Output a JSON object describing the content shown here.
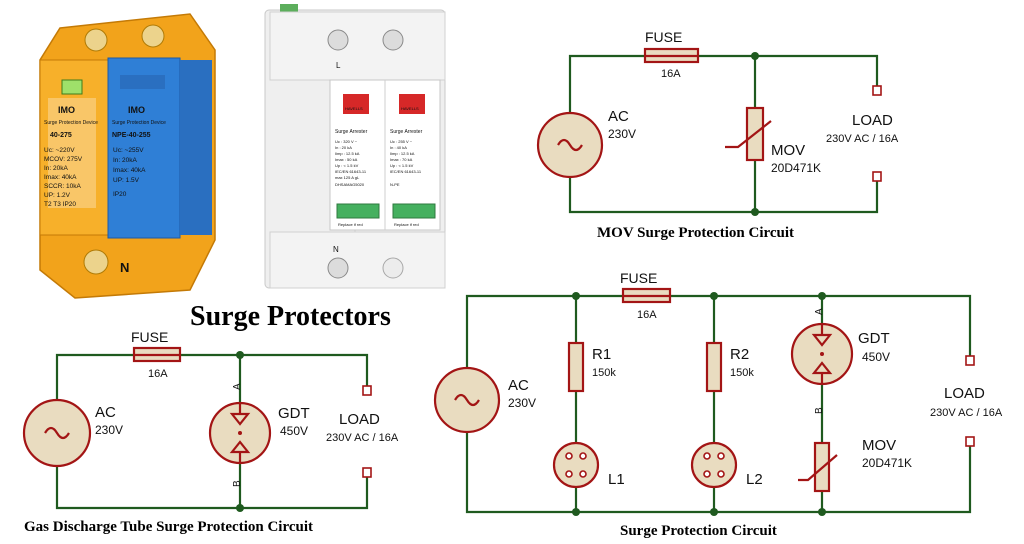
{
  "heading": "Surge Protectors",
  "products": {
    "imo": {
      "left_brand": "IMO",
      "left_device": "Surge Protection Device",
      "left_model": "40-275",
      "left_specs": [
        "Uc:  ~220V",
        "MCOV: 275V",
        "In:  20kA",
        "Imax: 40kA",
        "SCCR: 10kA",
        "UP:  1.2V",
        "T2 T3  IP20"
      ],
      "right_brand": "IMO",
      "right_device": "Surge Protection Device",
      "right_model": "NPE-40-255",
      "right_specs": [
        "Uc:  ~255V",
        "In:  20kA",
        "Imax: 40kA",
        "UP:  1.5V",
        "IP20"
      ],
      "terminal": "N"
    },
    "havells": {
      "brand": "HAVELLS",
      "left_title": "Surge Arrester",
      "right_title": "Surge Arrester",
      "left_specs": [
        "Uc : 320 V ~",
        "In : 20 kA",
        "Iimp : 12.5 kA",
        "Imax : 50 kA",
        "Up : < 1.5 kV",
        "IEC/EN 61643-11",
        "max 125 A gL",
        "DHSAMAG5020"
      ],
      "right_specs": [
        "Uc : 255 V ~",
        "In : 40 kA",
        "Iimp : 12.5 kA",
        "Imax : 70 kA",
        "Up : < 1.5 kV",
        "IEC/EN 61643-11",
        "N-PE"
      ],
      "replace": "Replace if red",
      "term_L": "L",
      "term_N": "N"
    }
  },
  "mov_circuit": {
    "title": "MOV Surge Protection Circuit",
    "fuse": "FUSE",
    "fuse_rating": "16A",
    "source": "AC",
    "source_voltage": "230V",
    "mov": "MOV",
    "mov_part": "20D471K",
    "load": "LOAD",
    "load_rating": "230V AC / 16A"
  },
  "gdt_circuit": {
    "title": "Gas Discharge Tube Surge Protection Circuit",
    "fuse": "FUSE",
    "fuse_rating": "16A",
    "source": "AC",
    "source_voltage": "230V",
    "gdt": "GDT",
    "gdt_voltage": "450V",
    "pin_a": "A",
    "pin_b": "B",
    "load": "LOAD",
    "load_rating": "230V AC / 16A"
  },
  "full_circuit": {
    "title": "Surge Protection Circuit",
    "fuse": "FUSE",
    "fuse_rating": "16A",
    "source": "AC",
    "source_voltage": "230V",
    "r1": "R1",
    "r1_value": "150k",
    "r2": "R2",
    "r2_value": "150k",
    "l1": "L1",
    "l2": "L2",
    "gdt": "GDT",
    "gdt_voltage": "450V",
    "pin_a": "A",
    "pin_b": "B",
    "mov": "MOV",
    "mov_part": "20D471K",
    "load": "LOAD",
    "load_rating": "230V AC / 16A"
  },
  "colors": {
    "wire": "#1f5a1f",
    "component": "#a31515",
    "fill": "#e9dcc0",
    "imo_orange": "#f2a31b",
    "imo_blue": "#2f7fd6"
  }
}
